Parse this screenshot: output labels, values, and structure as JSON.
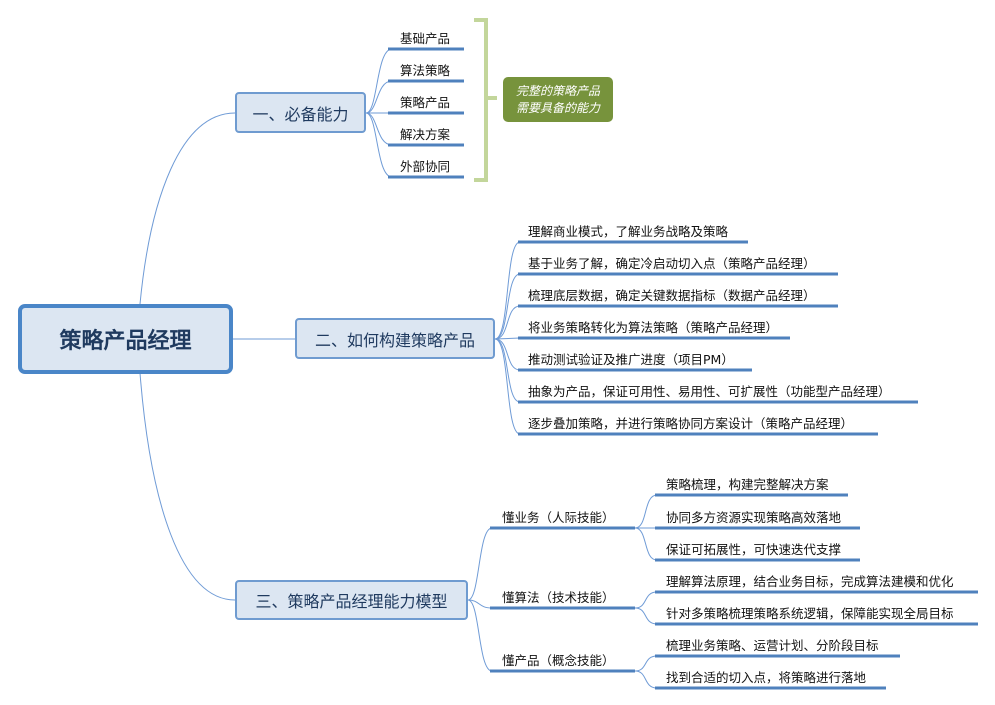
{
  "root": "策略产品经理",
  "branches": [
    {
      "label": "一、必备能力",
      "children": [
        "基础产品",
        "算法策略",
        "策略产品",
        "解决方案",
        "外部协同"
      ],
      "callout": [
        "完整的策略产品",
        "需要具备的能力"
      ]
    },
    {
      "label": "二、如何构建策略产品",
      "children": [
        "理解商业模式，了解业务战略及策略",
        "基于业务了解，确定冷启动切入点（策略产品经理）",
        "梳理底层数据，确定关键数据指标（数据产品经理）",
        "将业务策略转化为算法策略（策略产品经理）",
        "推动测试验证及推广进度（项目PM）",
        "抽象为产品，保证可用性、易用性、可扩展性（功能型产品经理）",
        "逐步叠加策略，并进行策略协同方案设计（策略产品经理）"
      ]
    },
    {
      "label": "三、策略产品经理能力模型",
      "children": [
        {
          "label": "懂业务（人际技能）",
          "children": [
            "策略梳理，构建完整解决方案",
            "协同多方资源实现策略高效落地",
            "保证可拓展性，可快速迭代支撑"
          ]
        },
        {
          "label": "懂算法（技术技能）",
          "children": [
            "理解算法原理，结合业务目标，完成算法建模和优化",
            "针对多策略梳理策略系统逻辑，保障能实现全局目标"
          ]
        },
        {
          "label": "懂产品（概念技能）",
          "children": [
            "梳理业务策略、运营计划、分阶段目标",
            "找到合适的切入点，将策略进行落地"
          ]
        }
      ]
    }
  ],
  "colors": {
    "line": "#5b8fd0",
    "underline": "#4f81bd",
    "bracket": "#c3d69b",
    "callout": "#77933c",
    "box_fill": "#dce6f2"
  }
}
